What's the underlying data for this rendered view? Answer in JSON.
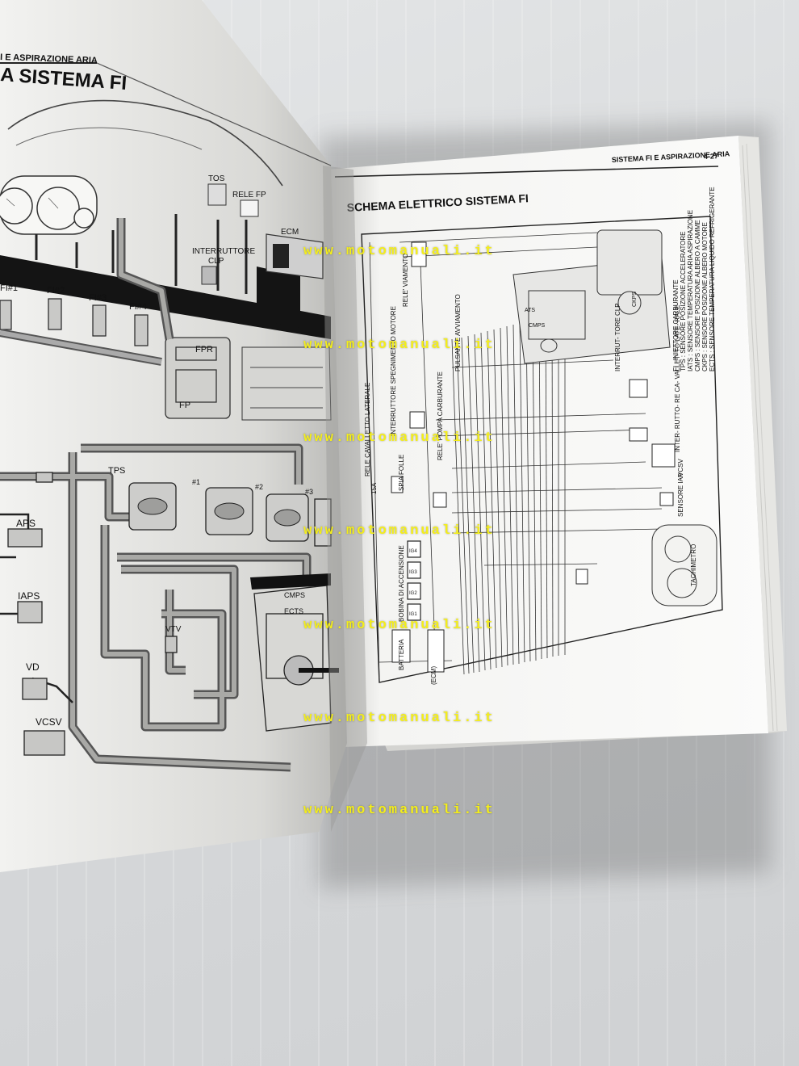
{
  "left_page": {
    "header": "I E ASPIRAZIONE ARIA",
    "title": "A SISTEMA FI",
    "labels": {
      "tos": "TOS",
      "rele_fp": "RELE FP",
      "ecm": "ECM",
      "interruttore": "INTERRUTTORE",
      "clp": "CLP",
      "fi1": "FI#1",
      "fi2": "FI#2",
      "fi3": "FI#3",
      "fi4": "FI#4",
      "fpr": "FPR",
      "fp": "FP",
      "tps": "TPS",
      "aps": "APS",
      "iaps": "IAPS",
      "vd": "VD",
      "vcsv": "VCSV",
      "vtv": "VTV",
      "cmps": "CMPS",
      "ects": "ECTS",
      "cyl1": "#1",
      "cyl2": "#2",
      "cyl3": "#3"
    }
  },
  "right_page": {
    "header": "SISTEMA FI E ASPIRAZIONE ARIA",
    "page_number": "4-27",
    "title": "SCHEMA ELETTRICO SISTEMA FI",
    "legend": [
      "FI : INIETTORE CARBURANTE",
      "TPS : SENSORE POSIZIONE ACCELERATORE",
      "IATS : SENSORE TEMPERATURA ARIA ASPIRAZIONE",
      "CMPS : SENSORE POSIZIONE ALBERO A CAMME",
      "CKPS : SENSORE POSIZIONE ALBERO MOTORE",
      "ECTS : SENSORE TEMPERATURA LIQUIDO REFRIGERANTE"
    ],
    "labels": {
      "rele_viamento": "RELE' VIAMENTO",
      "pulsante": "PULSANTE AVVIAMENTO",
      "interruttore_clp": "INTERRUT- TORE CLP",
      "interruttore_spegnimento": "INTERRUTTORE SPEGNIMENTO MOTORE",
      "rele_pompa": "RELE' POMPA CARBURANTE",
      "rele_cavalletto": "RELE CAVALLETTO LATERALE",
      "spia_folle": "SPIA FOLLE",
      "fuse15a": "15A",
      "bobina": "BOBINA DI ACCENSIONE",
      "batteria": "BATTERIA",
      "ecm": "(ECM)",
      "vcsv": "VCSV",
      "sensore_iap": "SENSORE IAP",
      "tachimetro": "TACHIMETRO",
      "interruttore_cavalletto": "INTER- RUTTO- RE CA- VALLET- TO LATE- RALE",
      "ig1": "IG1",
      "ig2": "IG2",
      "ig3": "IG3",
      "ig4": "IG4",
      "ats": "ATS",
      "cmps": "CMPS",
      "ckps": "CKPS"
    }
  },
  "watermark": {
    "text": "www.motomanuali.it",
    "color": "#f4ee1a"
  }
}
